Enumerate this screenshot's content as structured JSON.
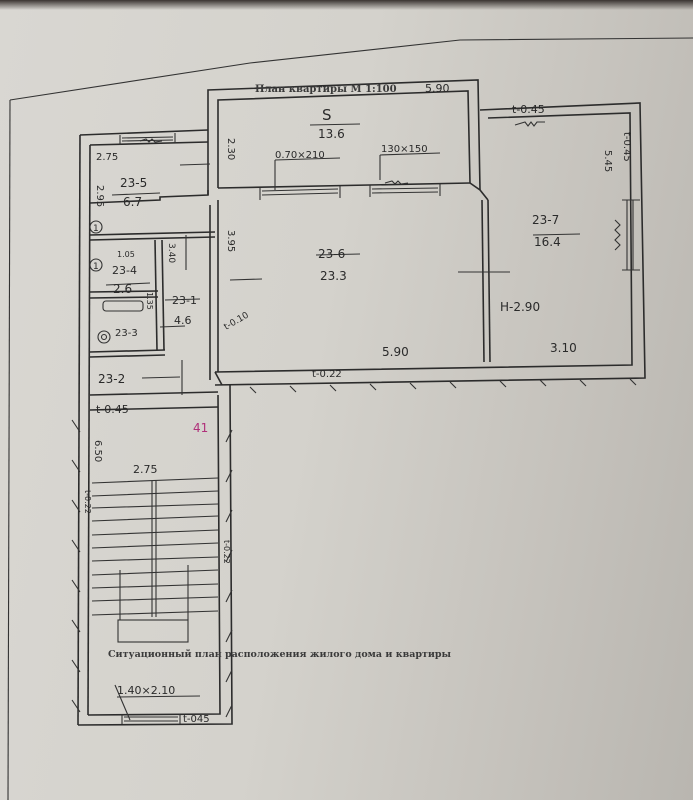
{
  "document": {
    "title": "План квартиры  М 1:100",
    "subtitle": "Ситуационный план расположения жилого дома и квартиры",
    "ceiling_height": "Н-2.90",
    "stair_number": "41"
  },
  "rooms": [
    {
      "id": "S",
      "label": "S",
      "area": "13.6"
    },
    {
      "id": "23-5",
      "label": "23-5",
      "area": "6.7"
    },
    {
      "id": "23-4",
      "label": "23-4",
      "area": "2.6"
    },
    {
      "id": "23-1",
      "label": "23-1",
      "area": "4.6"
    },
    {
      "id": "23-3",
      "label": "23-3",
      "area": ""
    },
    {
      "id": "23-2",
      "label": "23-2",
      "area": ""
    },
    {
      "id": "23-6",
      "label": "23-6",
      "area": "23.3"
    },
    {
      "id": "23-7",
      "label": "23-7",
      "area": "16.4"
    }
  ],
  "dimensions": {
    "balcony_width": "5.90",
    "balcony_depth": "2.30",
    "door": "0.70×210",
    "window_balcony": "130×150",
    "kitchen_width": "2.75",
    "kitchen_depth": "2.95",
    "bath_width": "1.05",
    "corridor_depth": "3.40",
    "bath_note": "1.35",
    "living_width": "5.90",
    "living_depth": "3.95",
    "bedroom_width": "3.10",
    "bedroom_depth": "5.45",
    "stair_width": "2.75",
    "stair_depth": "6.50",
    "entrance_door": "1.40×2.10"
  },
  "wall_thickness": {
    "top_right": "t-0.45",
    "right": "t-0.45",
    "living_bottom": "t-0.22",
    "living_left": "t-0.10",
    "corridor": "t-0.45",
    "stair_left": "t-0.22",
    "stair_right": "t-0.22",
    "entrance": "t-045"
  },
  "symbols": {
    "sink_kitchen": "1",
    "sink_bath": "1",
    "toilet": "◎"
  }
}
